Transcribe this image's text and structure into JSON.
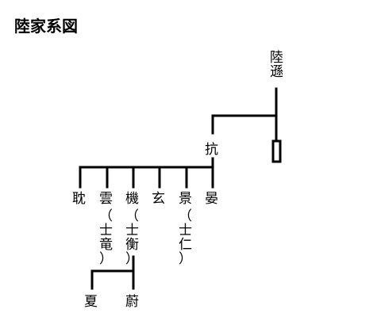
{
  "title": "陸家系図",
  "people": {
    "root": "陸遜",
    "hang": "抗",
    "dan": "耽",
    "yun": "雲",
    "ji": "機",
    "xuan": "玄",
    "jing": "景",
    "yan": "晏",
    "xia": "夏",
    "wei": "蔚"
  },
  "notes": {
    "yun": "（士竜）",
    "ji": "（士衡）",
    "jing": "（士仁）"
  }
}
